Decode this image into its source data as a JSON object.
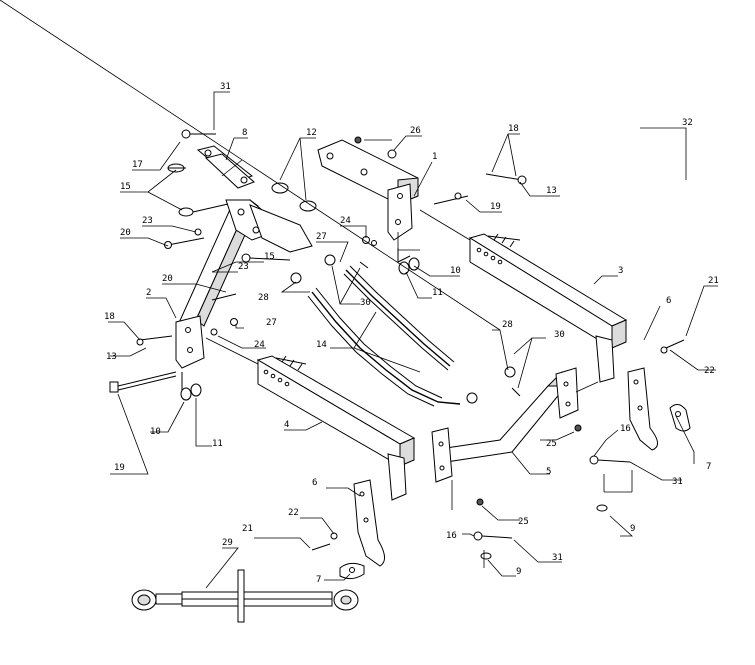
{
  "diagram": {
    "callouts": [
      {
        "id": "c31a",
        "label": "31"
      },
      {
        "id": "c8",
        "label": "8"
      },
      {
        "id": "c12",
        "label": "12"
      },
      {
        "id": "c26",
        "label": "26"
      },
      {
        "id": "c18a",
        "label": "18"
      },
      {
        "id": "c32",
        "label": "32"
      },
      {
        "id": "c17",
        "label": "17"
      },
      {
        "id": "c1",
        "label": "1"
      },
      {
        "id": "c13a",
        "label": "13"
      },
      {
        "id": "c15a",
        "label": "15"
      },
      {
        "id": "c19a",
        "label": "19"
      },
      {
        "id": "c23a",
        "label": "23"
      },
      {
        "id": "c24a",
        "label": "24"
      },
      {
        "id": "c20a",
        "label": "20"
      },
      {
        "id": "c27a",
        "label": "27"
      },
      {
        "id": "c15b",
        "label": "15"
      },
      {
        "id": "c23b",
        "label": "23"
      },
      {
        "id": "c10a",
        "label": "10"
      },
      {
        "id": "c3",
        "label": "3"
      },
      {
        "id": "c20b",
        "label": "20"
      },
      {
        "id": "c11a",
        "label": "11"
      },
      {
        "id": "c28a",
        "label": "28"
      },
      {
        "id": "c30a",
        "label": "30"
      },
      {
        "id": "c21a",
        "label": "21"
      },
      {
        "id": "c2",
        "label": "2"
      },
      {
        "id": "c6a",
        "label": "6"
      },
      {
        "id": "c18b",
        "label": "18"
      },
      {
        "id": "c27b",
        "label": "27"
      },
      {
        "id": "c28b",
        "label": "28"
      },
      {
        "id": "c30b",
        "label": "30"
      },
      {
        "id": "c14",
        "label": "14"
      },
      {
        "id": "c13b",
        "label": "13"
      },
      {
        "id": "c24b",
        "label": "24"
      },
      {
        "id": "c22a",
        "label": "22"
      },
      {
        "id": "c19b",
        "label": "19"
      },
      {
        "id": "c10b",
        "label": "10"
      },
      {
        "id": "c11b",
        "label": "11"
      },
      {
        "id": "c4",
        "label": "4"
      },
      {
        "id": "c25a",
        "label": "25"
      },
      {
        "id": "c16a",
        "label": "16"
      },
      {
        "id": "c7a",
        "label": "7"
      },
      {
        "id": "c5",
        "label": "5"
      },
      {
        "id": "c31b",
        "label": "31"
      },
      {
        "id": "c6b",
        "label": "6"
      },
      {
        "id": "c9a",
        "label": "9"
      },
      {
        "id": "c22b",
        "label": "22"
      },
      {
        "id": "c25b",
        "label": "25"
      },
      {
        "id": "c21b",
        "label": "21"
      },
      {
        "id": "c16b",
        "label": "16"
      },
      {
        "id": "c29",
        "label": "29"
      },
      {
        "id": "c31c",
        "label": "31"
      },
      {
        "id": "c7b",
        "label": "7"
      },
      {
        "id": "c9b",
        "label": "9"
      }
    ]
  }
}
